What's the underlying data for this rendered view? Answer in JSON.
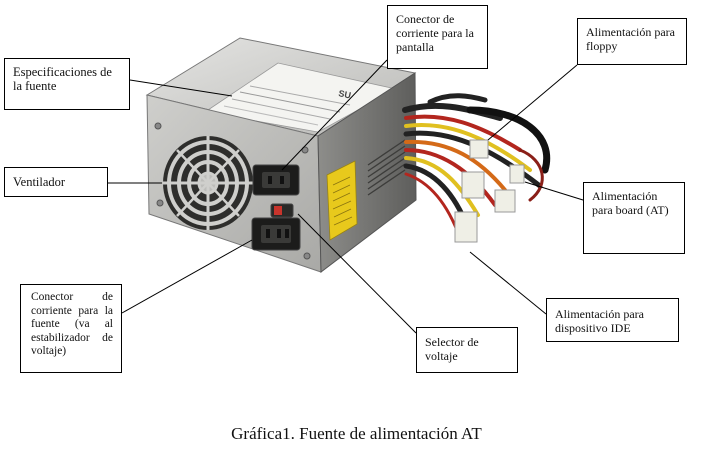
{
  "figure": {
    "caption": "Gráfica1. Fuente de alimentación AT",
    "labels": {
      "specs": "Especificaciones de la fuente",
      "fan": "Ventilador",
      "input_connector": "Conector de corriente para la fuente (va al estabilizador de voltaje)",
      "monitor_connector": "Conector de corriente para la pantalla",
      "floppy": "Alimentación para floppy",
      "board": "Alimentación para board (AT)",
      "ide": "Alimentación para dispositivo IDE",
      "voltage_selector": "Selector de voltaje"
    },
    "product_label_text": "SU"
  }
}
